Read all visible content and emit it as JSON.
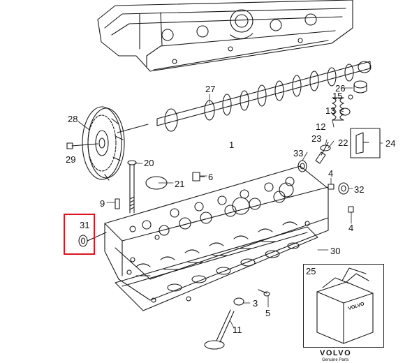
{
  "diagram": {
    "callouts": {
      "c1": "1",
      "c3": "3",
      "c4a": "4",
      "c4b": "4",
      "c5": "5",
      "c6": "6",
      "c9": "9",
      "c11": "11",
      "c12": "12",
      "c13": "13",
      "c15": "15",
      "c20": "20",
      "c21": "21",
      "c22": "22",
      "c23": "23",
      "c24": "24",
      "c25": "25",
      "c26": "26",
      "c27": "27",
      "c28": "28",
      "c29": "29",
      "c30": "30",
      "c31": "31",
      "c32": "32",
      "c33": "33"
    },
    "highlighted_part": "31",
    "highlight_color": "#e0141e",
    "kit_box_brand": "VOLVO",
    "footer_brand": "VOLVO",
    "footer_sub": "Genuine Parts"
  }
}
